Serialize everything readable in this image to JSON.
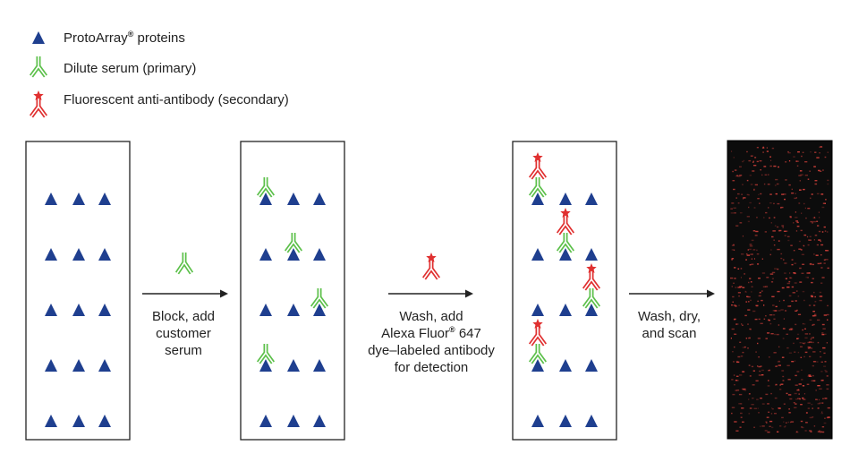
{
  "legend": {
    "items": [
      {
        "icon": "blue-triangle-icon",
        "main": "ProtoArray",
        "sup": "®",
        "rest": " proteins"
      },
      {
        "icon": "green-antibody-icon",
        "main": "Dilute serum (primary)",
        "sup": "",
        "rest": ""
      },
      {
        "icon": "red-labeled-antibody-icon",
        "main": "Fluorescent anti-antibody (secondary)",
        "sup": "",
        "rest": ""
      }
    ]
  },
  "steps": [
    {
      "lines": [
        {
          "main": "Block, add",
          "sup": "",
          "rest": ""
        },
        {
          "main": "customer",
          "sup": "",
          "rest": ""
        },
        {
          "main": "serum",
          "sup": "",
          "rest": ""
        }
      ]
    },
    {
      "lines": [
        {
          "main": "Wash, add",
          "sup": "",
          "rest": ""
        },
        {
          "main": "Alexa Fluor",
          "sup": "®",
          "rest": " 647"
        },
        {
          "main": "dye–labeled antibody",
          "sup": "",
          "rest": ""
        },
        {
          "main": "for detection",
          "sup": "",
          "rest": ""
        }
      ]
    },
    {
      "lines": [
        {
          "main": "Wash, dry,",
          "sup": "",
          "rest": ""
        },
        {
          "main": "and scan",
          "sup": "",
          "rest": ""
        }
      ]
    }
  ],
  "colors": {
    "protein": "#1f3f8f",
    "primary": "#5cc04a",
    "secondary": "#e03030",
    "scan_bg": "#0c0c0c",
    "scan_spot": "#d0403a",
    "box_border": "#222222",
    "arrow": "#222222"
  }
}
